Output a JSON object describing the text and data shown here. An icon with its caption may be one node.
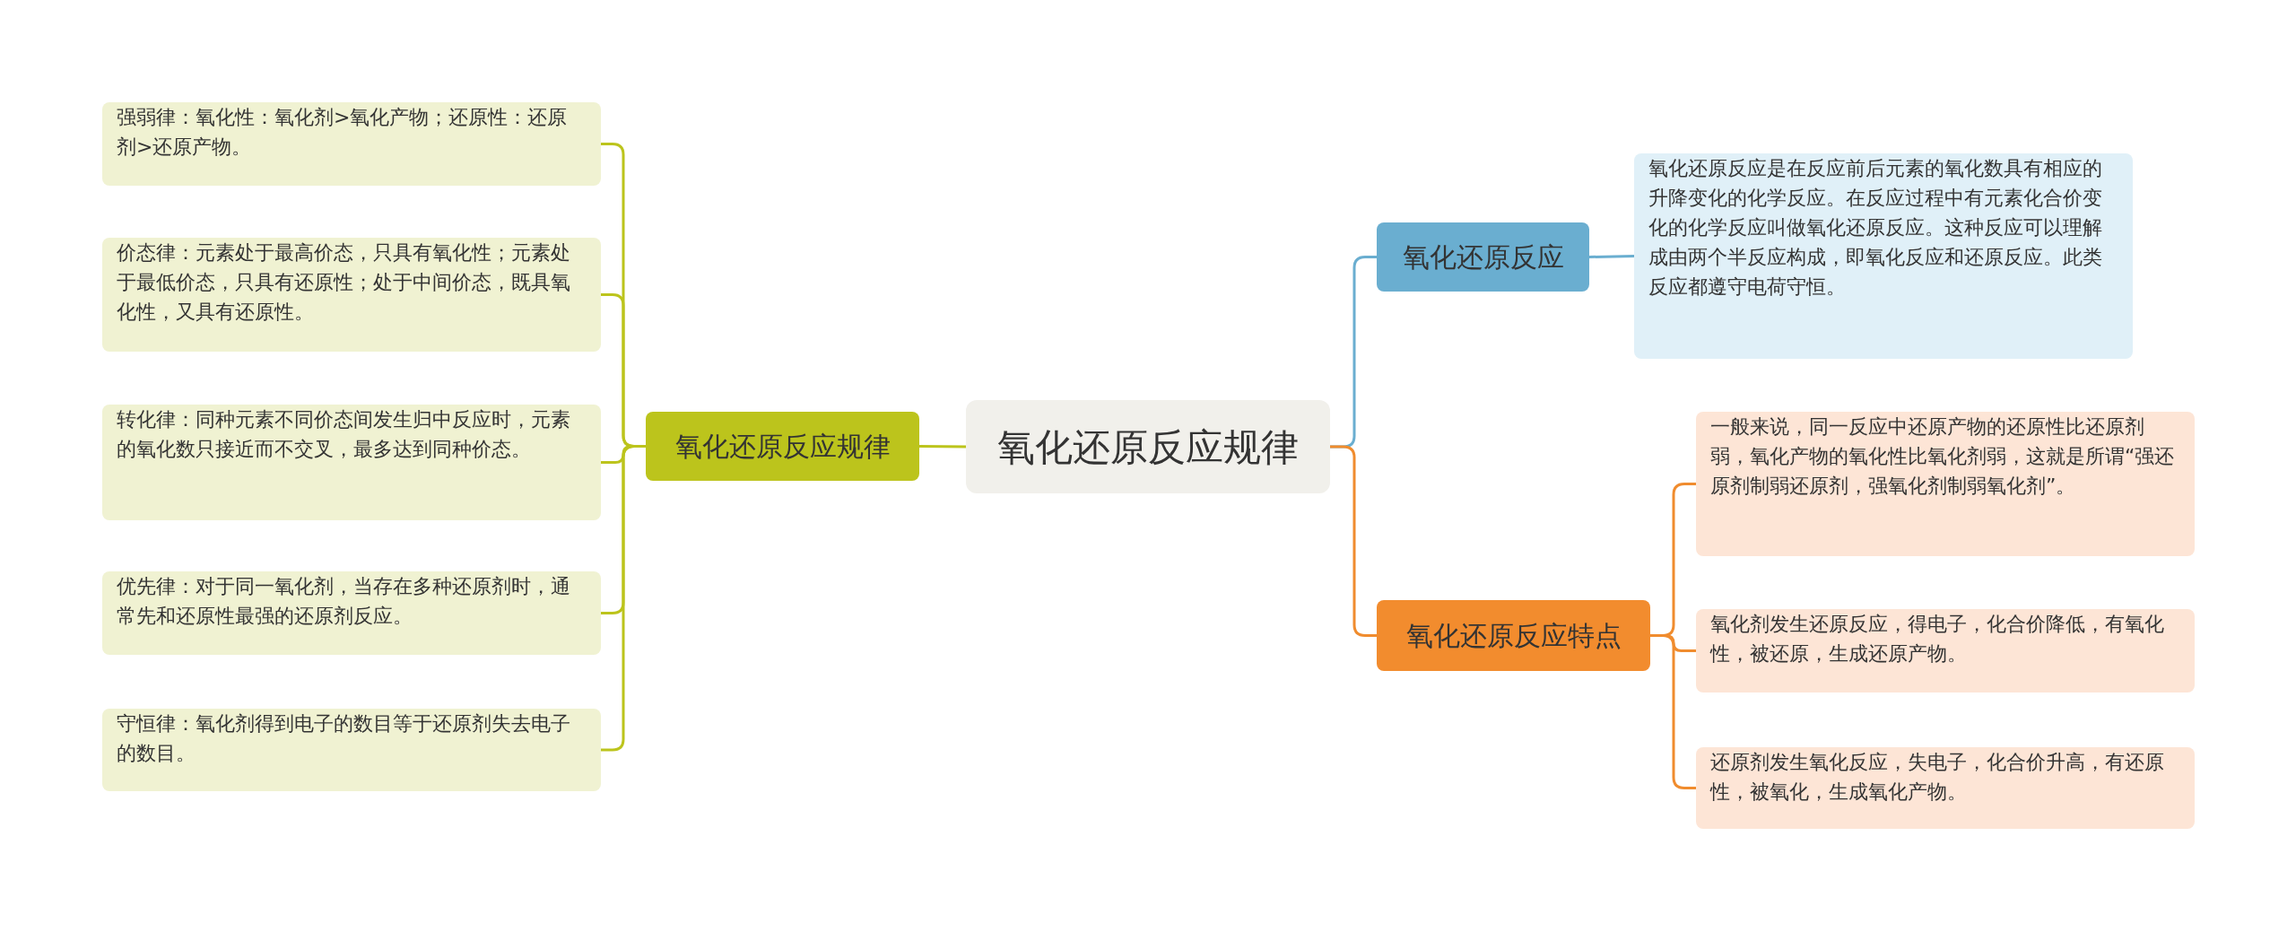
{
  "diagram": {
    "nodes": [
      {
        "text": [
          "氧化还原反应规律"
        ]
      },
      {
        "text": [
          "氧化还原反应规律"
        ]
      },
      {
        "text": [
          "强弱律：氧化性：氧化剂>氧化产物；还原性：还原剂>还原产物。"
        ]
      },
      {
        "text": [
          "价态律：元素处于最高价态，只具有氧化性；元素处于最低价态，只具有还原性；处于中间价态，既具氧化性，又具有还原性。"
        ]
      },
      {
        "text": [
          "转化律：同种元素不同价态间发生归中反应时，元素的氧化数只接近而不交叉，最多达到同种价态。"
        ]
      },
      {
        "text": [
          "优先律：对于同一氧化剂，当存在多种还原剂时，通常先和还原性最强的还原剂反应。"
        ]
      },
      {
        "text": [
          "守恒律：氧化剂得到电子的数目等于还原剂失去电子的数目。"
        ]
      },
      {
        "text": [
          "氧化还原反应"
        ]
      },
      {
        "text": [
          "氧化还原反应是在反应前后元素的氧化数具有相应的升降变化的化学反应。在反应过程中有元素化合价变化的化学反应叫做氧化还原反应。这种反应可以理解成由两个半反应构成，即氧化反应和还原反应。此类反应都遵守电荷守恒。"
        ]
      },
      {
        "text": [
          "氧化还原反应特点"
        ]
      },
      {
        "text": [
          "一般来说，同一反应中还原产物的还原性比还原剂弱，氧化产物的氧化性比氧化剂弱，这就是所谓“强还原剂制弱还原剂，强氧化剂制弱氧化剂”。"
        ]
      },
      {
        "text": [
          "氧化剂发生还原反应，得电子，化合价降低，有氧化性，被还原，生成还原产物。"
        ]
      },
      {
        "text": [
          "还原剂发生氧化反应，失电子，化合价升高，有还原性，被氧化，生成氧化产物。"
        ]
      }
    ],
    "edges": [
      {
        "from": 0,
        "to": 1,
        "arrow": "none"
      },
      {
        "from": 1,
        "to": 2,
        "arrow": "none"
      },
      {
        "from": 1,
        "to": 3,
        "arrow": "none"
      },
      {
        "from": 1,
        "to": 4,
        "arrow": "none"
      },
      {
        "from": 1,
        "to": 5,
        "arrow": "none"
      },
      {
        "from": 1,
        "to": 6,
        "arrow": "none"
      },
      {
        "from": 0,
        "to": 7,
        "arrow": "none",
        "color": "#6aaed0"
      },
      {
        "from": 7,
        "to": 8,
        "arrow": "none",
        "color": "#6aaed0"
      },
      {
        "from": 0,
        "to": 9,
        "arrow": "none",
        "color": "#f08c2e"
      },
      {
        "from": 9,
        "to": 10,
        "arrow": "none",
        "color": "#f08c2e"
      },
      {
        "from": 9,
        "to": 11,
        "arrow": "none",
        "color": "#f08c2e"
      },
      {
        "from": 9,
        "to": 12,
        "arrow": "none",
        "color": "#f08c2e"
      }
    ]
  }
}
